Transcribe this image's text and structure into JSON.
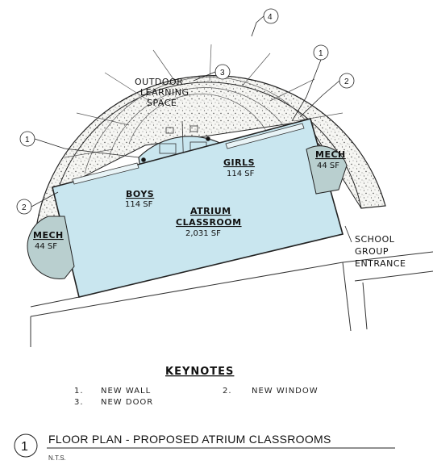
{
  "plan": {
    "outdoor_label": [
      "OUTDOOR",
      "LEARNING",
      "SPACE"
    ],
    "rooms": {
      "boys": {
        "name": "BOYS",
        "area": "114 SF"
      },
      "girls": {
        "name": "GIRLS",
        "area": "114 SF"
      },
      "atrium": {
        "name_line1": "ATRIUM",
        "name_line2": "CLASSROOM",
        "area": "2,031 SF"
      },
      "mech_left": {
        "name": "MECH",
        "area": "44 SF"
      },
      "mech_right": {
        "name": "MECH",
        "area": "44 SF"
      }
    },
    "entrance_label": [
      "SCHOOL",
      "GROUP",
      "ENTRANCE"
    ],
    "keynote_tags": [
      "1",
      "2",
      "3",
      "4",
      "1",
      "2"
    ]
  },
  "keynotes": {
    "heading": "KEYNOTES",
    "items": [
      {
        "num": "1.",
        "text": "NEW WALL"
      },
      {
        "num": "2.",
        "text": "NEW WINDOW"
      },
      {
        "num": "3.",
        "text": "NEW DOOR"
      }
    ]
  },
  "title_block": {
    "number": "1",
    "title": "FLOOR PLAN - PROPOSED ATRIUM CLASSROOMS",
    "scale": "N.T.S."
  },
  "colors": {
    "room_fill": "#c9e6ef",
    "mech_fill": "#b9cfcf",
    "plaza_fill": "#f3f3f0"
  }
}
